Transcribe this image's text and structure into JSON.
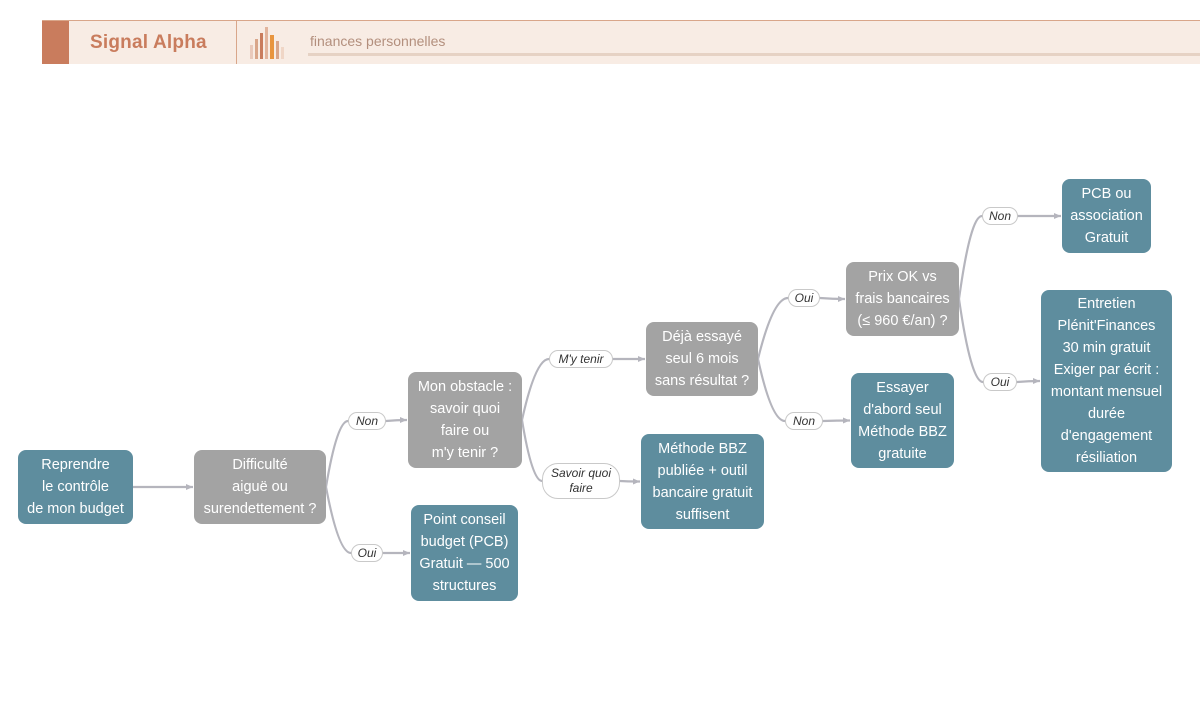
{
  "header": {
    "brand": "Signal Alpha",
    "tagline": "finances personnelles",
    "logo_icon": "bar-chart-logo-icon",
    "colors": {
      "accent": "#c97c5d",
      "background": "#f8ece4"
    }
  },
  "diagram": {
    "colors": {
      "action": "#5e8d9e",
      "question": "#a3a3a3",
      "edge": "#b5b5bd"
    },
    "nodes": [
      {
        "id": "start",
        "type": "action",
        "label": "Reprendre\nle contrôle\nde mon budget"
      },
      {
        "id": "q_difficulte",
        "type": "question",
        "label": "Difficulté\naiguë ou\nsurendettement ?"
      },
      {
        "id": "pcb",
        "type": "action",
        "label": "Point conseil\nbudget (PCB)\nGratuit — 500\nstructures"
      },
      {
        "id": "q_obstacle",
        "type": "question",
        "label": "Mon obstacle :\nsavoir quoi\nfaire ou\nm'y tenir ?"
      },
      {
        "id": "bbz",
        "type": "action",
        "label": "Méthode BBZ\npubliée + outil\nbancaire gratuit\nsuffisent"
      },
      {
        "id": "q_essaye",
        "type": "question",
        "label": "Déjà essayé\nseul 6 mois\nsans résultat ?"
      },
      {
        "id": "essayer_seul",
        "type": "action",
        "label": "Essayer\nd'abord seul\nMéthode BBZ\ngratuite"
      },
      {
        "id": "q_prix",
        "type": "question",
        "label": "Prix OK vs\nfrais bancaires\n(≤ 960 €/an) ?"
      },
      {
        "id": "pcb_asso",
        "type": "action",
        "label": "PCB ou\nassociation\nGratuit"
      },
      {
        "id": "entretien",
        "type": "action",
        "label": "Entretien\nPlénit'Finances\n30 min gratuit\nExiger par écrit :\nmontant mensuel\ndurée\nd'engagement\nrésiliation"
      }
    ],
    "edges": [
      {
        "from": "start",
        "to": "q_difficulte",
        "label": ""
      },
      {
        "from": "q_difficulte",
        "to": "q_obstacle",
        "label": "Non"
      },
      {
        "from": "q_difficulte",
        "to": "pcb",
        "label": "Oui"
      },
      {
        "from": "q_obstacle",
        "to": "q_essaye",
        "label": "M'y tenir"
      },
      {
        "from": "q_obstacle",
        "to": "bbz",
        "label": "Savoir quoi\nfaire"
      },
      {
        "from": "q_essaye",
        "to": "q_prix",
        "label": "Oui"
      },
      {
        "from": "q_essaye",
        "to": "essayer_seul",
        "label": "Non"
      },
      {
        "from": "q_prix",
        "to": "pcb_asso",
        "label": "Non"
      },
      {
        "from": "q_prix",
        "to": "entretien",
        "label": "Oui"
      }
    ]
  }
}
